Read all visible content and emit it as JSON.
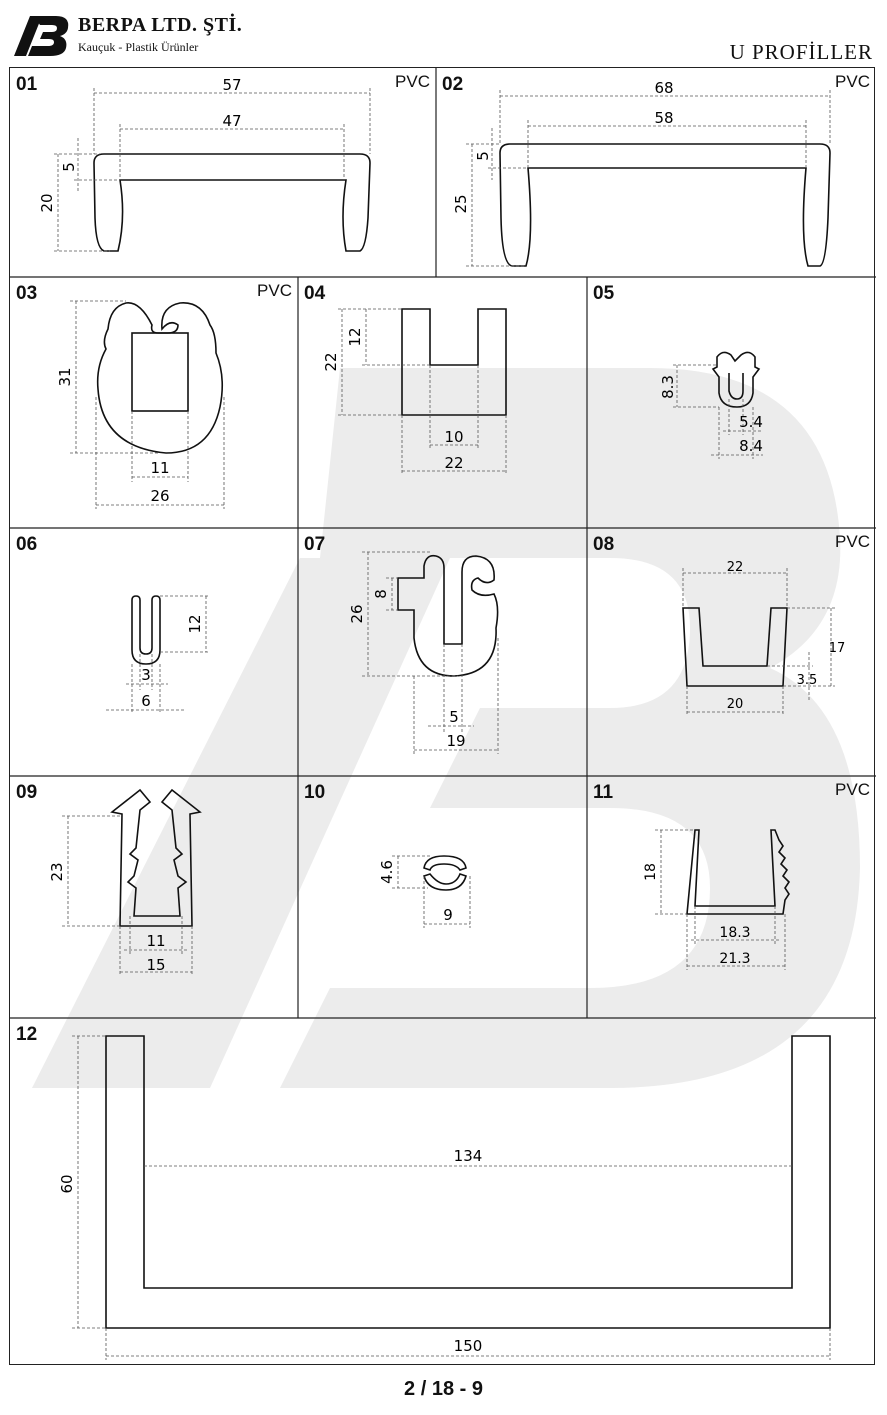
{
  "header": {
    "company": "BERPA LTD. ŞTİ.",
    "tagline": "Kauçuk - Plastik Ürünler",
    "category": "U PROFİLLER"
  },
  "cells": [
    {
      "num": "01",
      "material": "PVC",
      "dims": [
        "57",
        "47",
        "5",
        "20"
      ]
    },
    {
      "num": "02",
      "material": "PVC",
      "dims": [
        "68",
        "58",
        "5",
        "25"
      ]
    },
    {
      "num": "03",
      "material": "PVC",
      "dims": [
        "31",
        "11",
        "26"
      ]
    },
    {
      "num": "04",
      "material": "",
      "dims": [
        "12",
        "22",
        "10",
        "22"
      ]
    },
    {
      "num": "05",
      "material": "",
      "dims": [
        "8.3",
        "5.4",
        "8.4"
      ]
    },
    {
      "num": "06",
      "material": "",
      "dims": [
        "12",
        "3",
        "6"
      ]
    },
    {
      "num": "07",
      "material": "",
      "dims": [
        "8",
        "26",
        "5",
        "19"
      ]
    },
    {
      "num": "08",
      "material": "PVC",
      "dims": [
        "22",
        "17",
        "3.5",
        "20"
      ]
    },
    {
      "num": "09",
      "material": "",
      "dims": [
        "23",
        "11",
        "15"
      ]
    },
    {
      "num": "10",
      "material": "",
      "dims": [
        "4.6",
        "9"
      ]
    },
    {
      "num": "11",
      "material": "PVC",
      "dims": [
        "18",
        "18.3",
        "21.3"
      ]
    },
    {
      "num": "12",
      "material": "",
      "dims": [
        "60",
        "134",
        "150"
      ]
    }
  ],
  "footer": {
    "page": "2 / 18 - 9"
  }
}
